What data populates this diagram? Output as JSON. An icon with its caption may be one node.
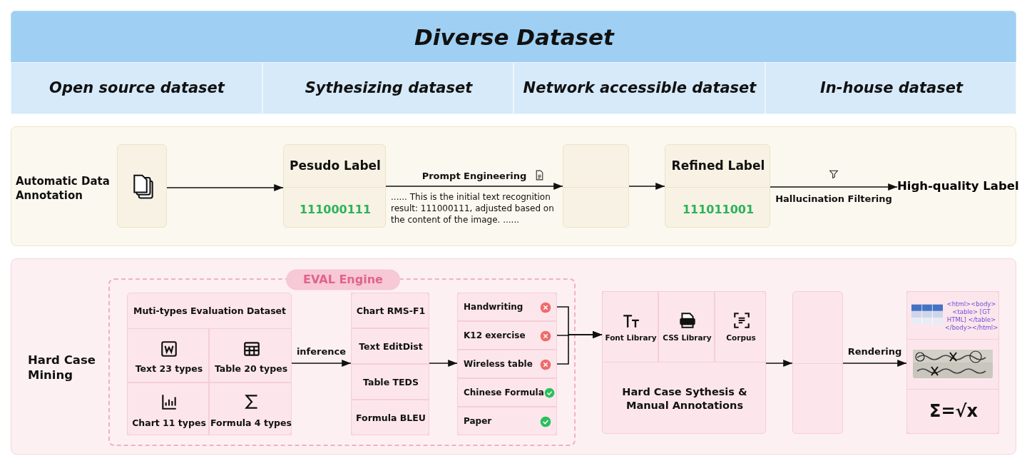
{
  "diagram": {
    "nodes": [
      {
        "text": [
          "Diverse Dataset"
        ]
      },
      {
        "text": [
          "Open source dataset"
        ],
        "in": 0
      },
      {
        "text": [
          "Sythesizing dataset"
        ],
        "in": 0
      },
      {
        "text": [
          "Network accessible dataset"
        ],
        "in": 0
      },
      {
        "text": [
          "In-house dataset"
        ],
        "in": 0
      },
      {
        "text": [
          "Automatic Data Annotation"
        ]
      },
      {
        "text": [],
        "shape": "box",
        "in": 5
      },
      {
        "text": [
          "Pesudo Label",
          "111000111"
        ],
        "in": 5
      },
      {
        "text": [],
        "shape": "box",
        "in": 5
      },
      {
        "text": [
          "Refined Label",
          "111011001"
        ],
        "in": 5
      },
      {
        "text": [
          "High-quality Label"
        ],
        "in": 5
      },
      {
        "text": [
          "Hard Case Mining"
        ]
      },
      {
        "text": [
          "EVAL Engine"
        ],
        "in": 11
      },
      {
        "text": [
          "Muti-types Evaluation Dataset"
        ],
        "in": 12
      },
      {
        "text": [
          "Text 23 types"
        ],
        "in": 13
      },
      {
        "text": [
          "Table 20 types"
        ],
        "in": 13
      },
      {
        "text": [
          "Chart 11 types"
        ],
        "in": 13
      },
      {
        "text": [
          "Formula 4 types"
        ],
        "in": 13
      },
      {
        "text": [],
        "shape": "box",
        "in": 12
      },
      {
        "text": [
          "Chart RMS-F1"
        ],
        "in": 18
      },
      {
        "text": [
          "Text EditDist"
        ],
        "in": 18
      },
      {
        "text": [
          "Table TEDS"
        ],
        "in": 18
      },
      {
        "text": [
          "Formula BLEU"
        ],
        "in": 18
      },
      {
        "text": [],
        "shape": "box",
        "in": 12
      },
      {
        "text": [
          "Handwriting"
        ],
        "in": 23
      },
      {
        "text": [
          "K12 exercise"
        ],
        "in": 23
      },
      {
        "text": [
          "Wireless table"
        ],
        "in": 23
      },
      {
        "text": [
          "Chinese Formula"
        ],
        "in": 23
      },
      {
        "text": [
          "Paper"
        ],
        "in": 23
      },
      {
        "text": [
          "Hard Case Sythesis & Manual Annotations"
        ],
        "in": 11
      },
      {
        "text": [
          "Font Library"
        ],
        "in": 29
      },
      {
        "text": [
          "CSS Library"
        ],
        "in": 29
      },
      {
        "text": [
          "Corpus"
        ],
        "in": 29
      },
      {
        "text": [],
        "shape": "box",
        "in": 11
      },
      {
        "text": [],
        "shape": "box",
        "in": 11
      },
      {
        "text": [
          "<html><body> <table> [GT HTML] </table> </body></html>"
        ],
        "in": 34
      },
      {
        "text": [
          "Σ=√x"
        ],
        "in": 34
      }
    ],
    "edges": [
      {
        "from": 6,
        "to": 7,
        "arrow": "to"
      },
      {
        "from": 7,
        "to": 8,
        "arrow": "to",
        "label": "Prompt Engineering"
      },
      {
        "from": 8,
        "to": 9,
        "arrow": "to"
      },
      {
        "from": 9,
        "to": 10,
        "arrow": "to",
        "label": "Hallucination Filtering"
      },
      {
        "from": 13,
        "to": 18,
        "arrow": "to",
        "label": "inference"
      },
      {
        "from": 18,
        "to": 23,
        "arrow": "to"
      },
      {
        "from": 24,
        "to": 29,
        "arrow": "to"
      },
      {
        "from": 25,
        "to": 29,
        "arrow": "to"
      },
      {
        "from": 26,
        "to": 29,
        "arrow": "to"
      },
      {
        "from": 29,
        "to": 33,
        "arrow": "to"
      },
      {
        "from": 33,
        "to": 34,
        "arrow": "to",
        "label": "Rendering"
      }
    ],
    "labels": [
      "...... This is the initial text recognition result: 111000111, adjusted based on the content of the image. ......"
    ]
  }
}
